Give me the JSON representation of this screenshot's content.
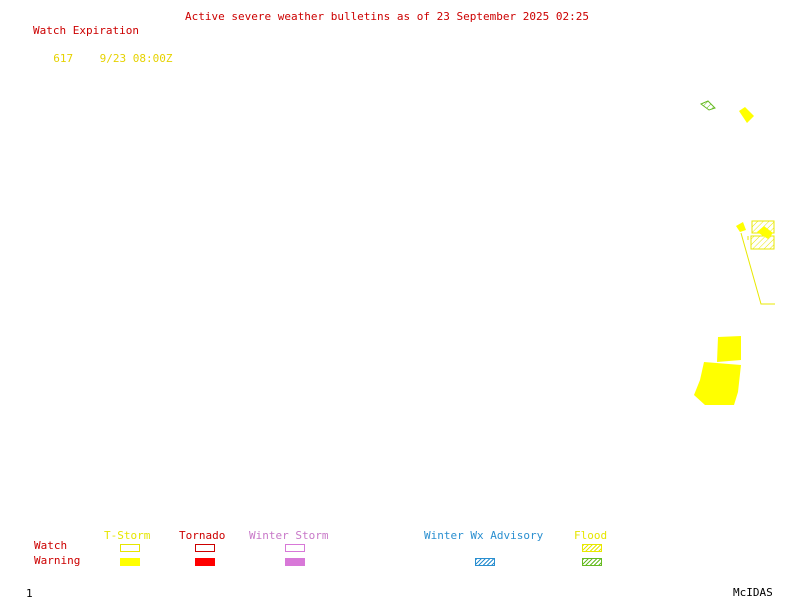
{
  "title": "Active severe weather bulletins as of 23 September 2025 02:25",
  "watch_table": {
    "header": "Watch Expiration",
    "rows": [
      {
        "watch": "617",
        "expiration": "9/23 08:00Z"
      }
    ]
  },
  "legend": {
    "row_labels": {
      "watch": "Watch",
      "warning": "Warning"
    },
    "categories": [
      {
        "label": "T-Storm",
        "color": "#e6e600"
      },
      {
        "label": "Tornado",
        "color": "#ee0000"
      },
      {
        "label": "Winter Storm",
        "color": "#d878d8"
      },
      {
        "label": "Winter Wx Advisory",
        "color": "#2a8fd0"
      },
      {
        "label": "Flood",
        "color": "#e6e600"
      }
    ]
  },
  "footer": {
    "frame_number": "1",
    "brand": "McIDAS"
  },
  "colors": {
    "title": "#cc0000",
    "watch_text": "#e6d200",
    "tstorm": "#ffff00",
    "flood_outline": "#99cc33"
  }
}
